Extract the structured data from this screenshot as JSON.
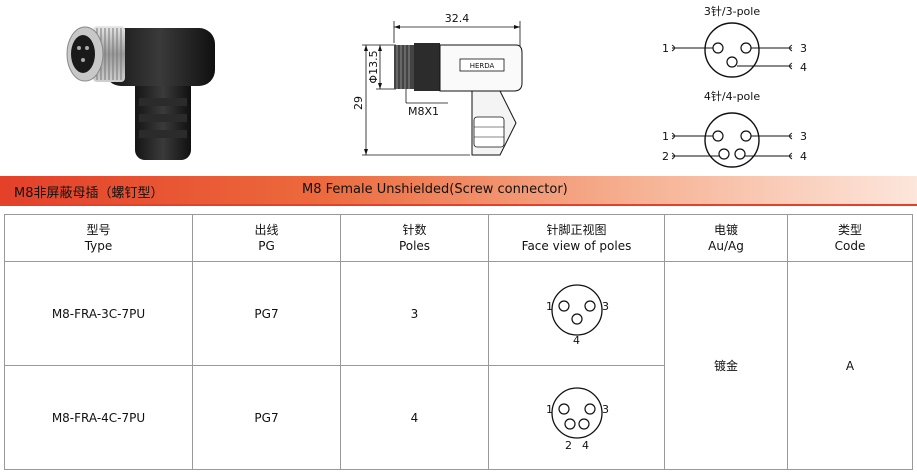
{
  "drawing": {
    "length": "32.4",
    "height": "29",
    "diameter": "Φ13.5",
    "thread": "M8X1",
    "brand_mark": "HERDA"
  },
  "pole_diagrams": [
    {
      "title": "3针/3-pole",
      "labels": [
        "1",
        "3",
        "4"
      ]
    },
    {
      "title": "4针/4-pole",
      "labels": [
        "1",
        "3",
        "2",
        "4"
      ]
    }
  ],
  "banner": {
    "title_cn": "M8非屏蔽母插（螺钉型）",
    "title_en": "M8 Female Unshielded(Screw connector)"
  },
  "table": {
    "headers": [
      {
        "cn": "型号",
        "en": "Type"
      },
      {
        "cn": "出线",
        "en": "PG"
      },
      {
        "cn": "针数",
        "en": "Poles"
      },
      {
        "cn": "针脚正视图",
        "en": "Face view of poles"
      },
      {
        "cn": "电镀",
        "en": "Au/Ag"
      },
      {
        "cn": "类型",
        "en": "Code"
      }
    ],
    "rows": [
      {
        "type": "M8-FRA-3C-7PU",
        "pg": "PG7",
        "poles": "3",
        "face_labels": [
          "1",
          "3",
          "4"
        ]
      },
      {
        "type": "M8-FRA-4C-7PU",
        "pg": "PG7",
        "poles": "4",
        "face_labels": [
          "1",
          "3",
          "2",
          "4"
        ]
      }
    ],
    "plating": "镀金",
    "code": "A"
  }
}
